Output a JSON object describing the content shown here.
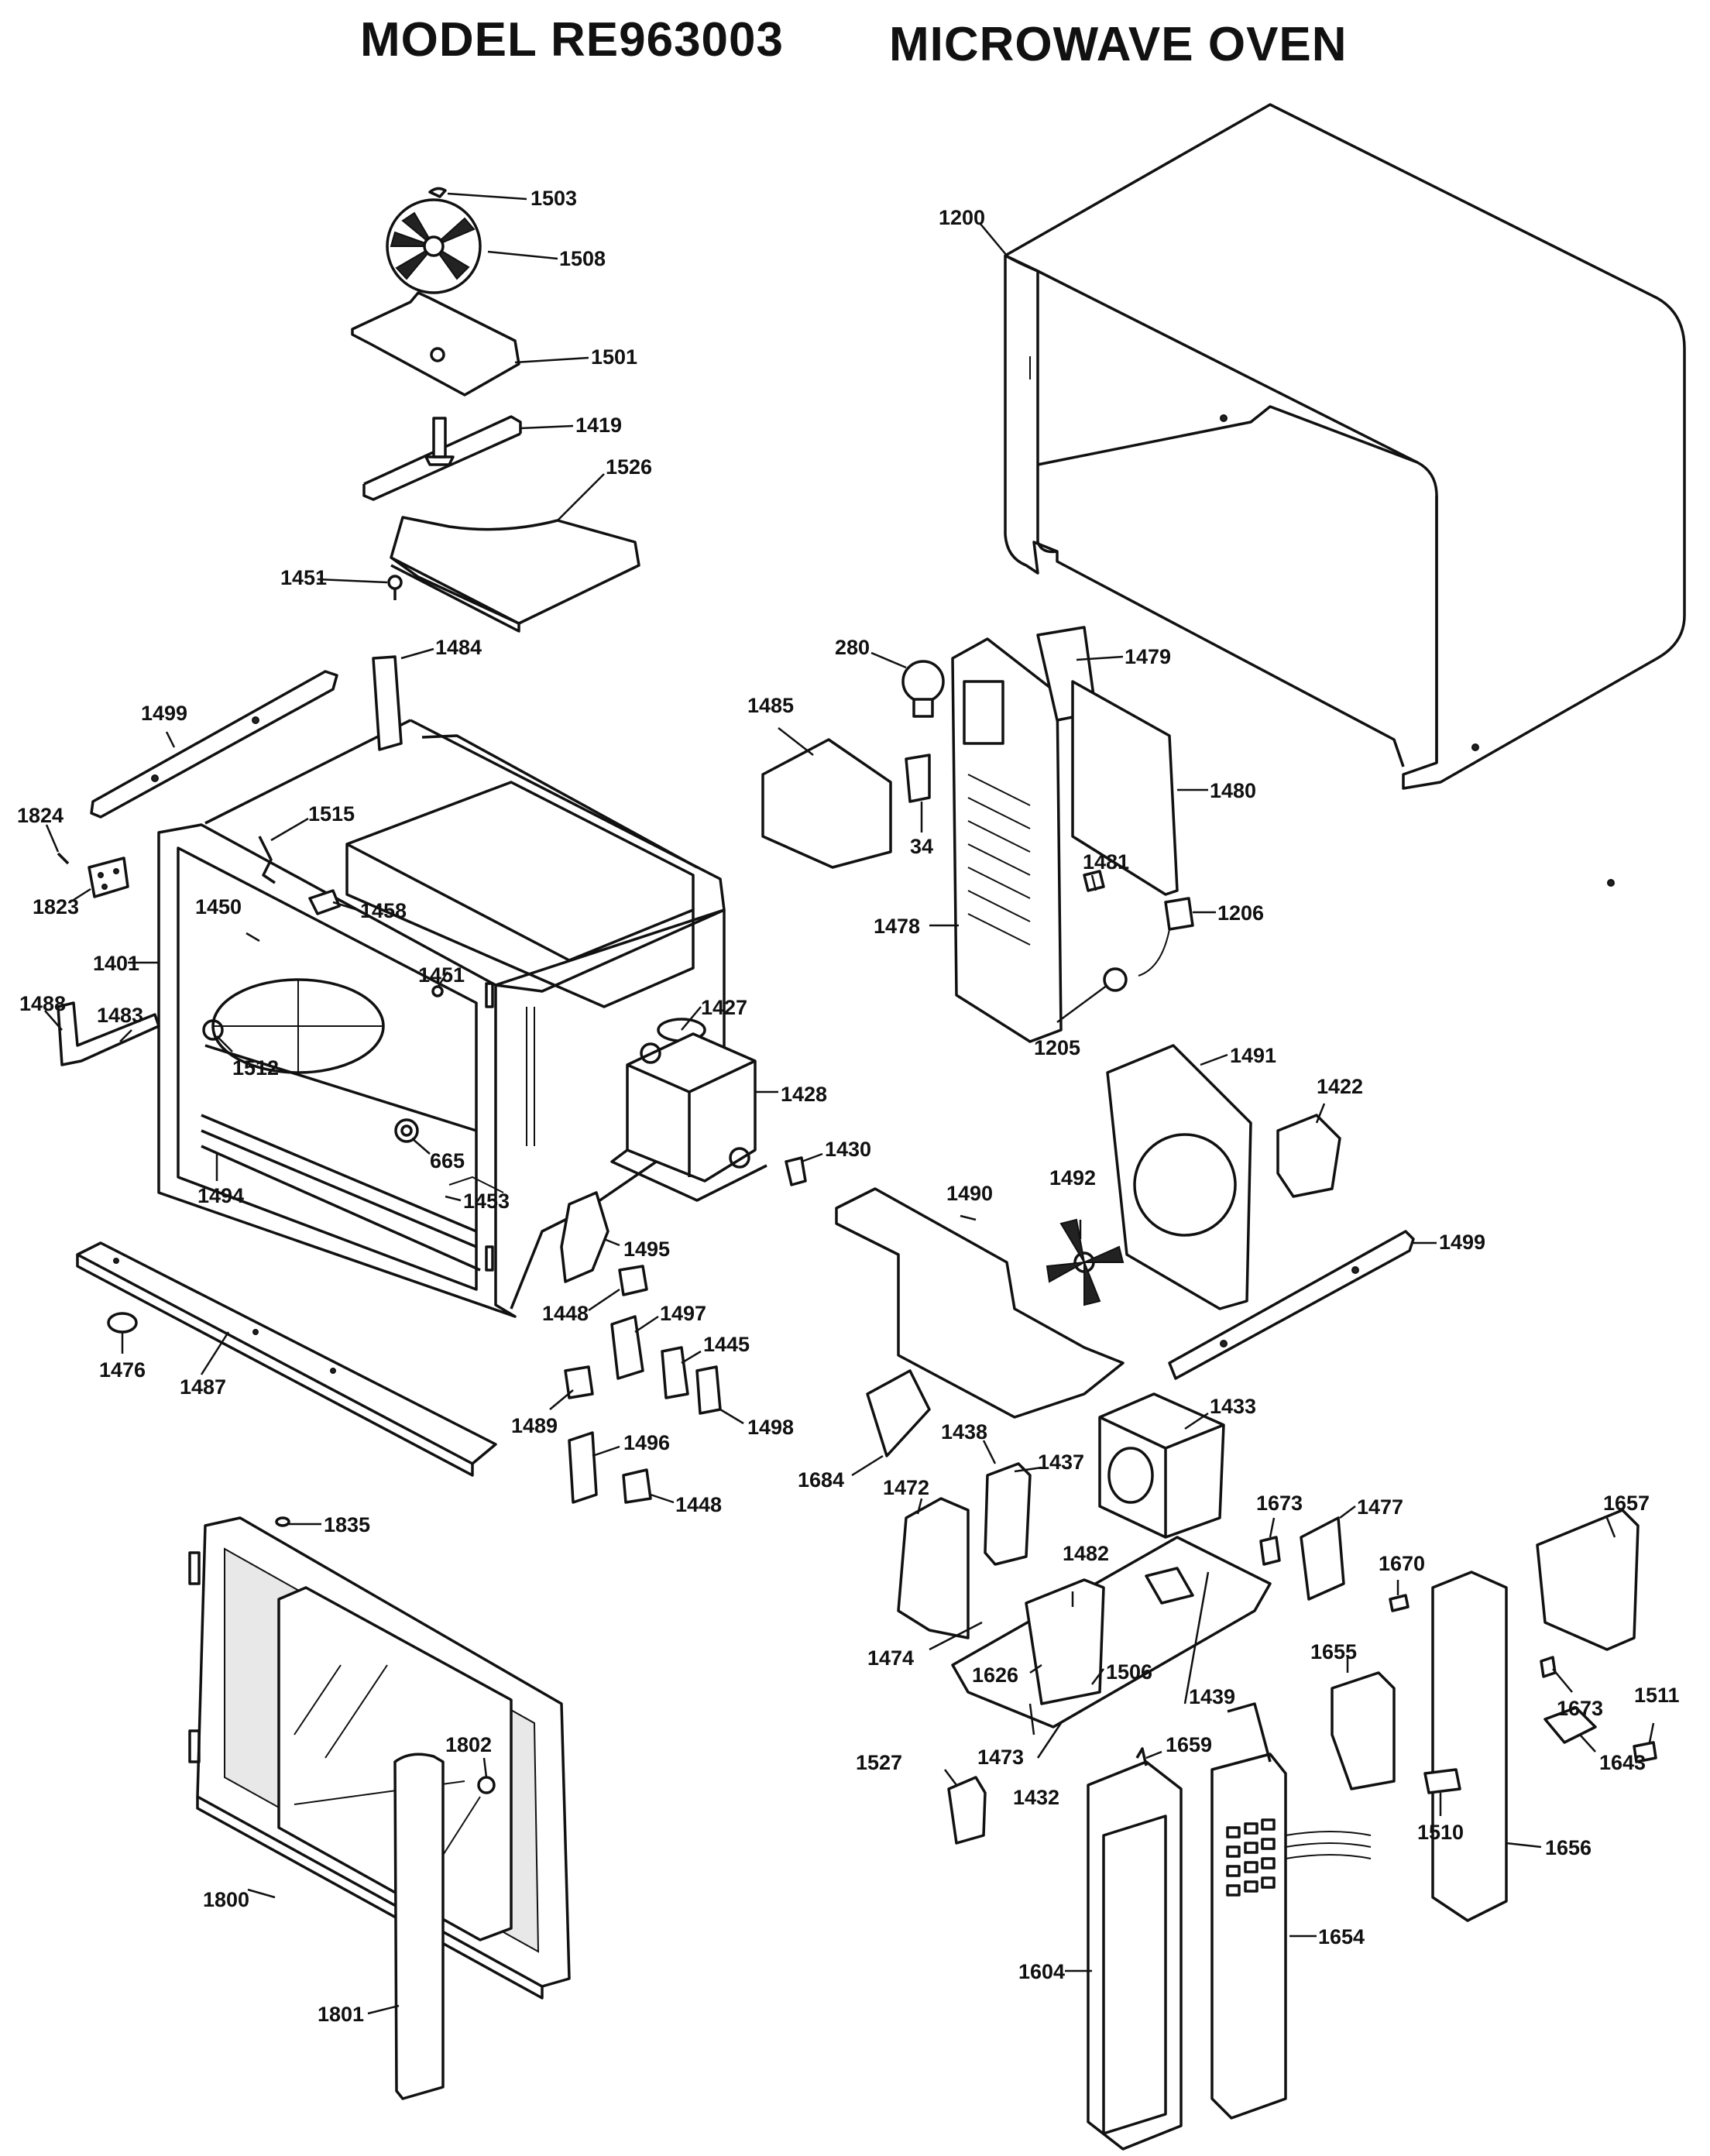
{
  "title": {
    "model": "MODEL RE963003",
    "product": "MICROWAVE OVEN"
  },
  "parts": [
    {
      "id": "p1503",
      "label": "1503"
    },
    {
      "id": "p1508",
      "label": "1508"
    },
    {
      "id": "p1501",
      "label": "1501"
    },
    {
      "id": "p1419",
      "label": "1419"
    },
    {
      "id": "p1526",
      "label": "1526"
    },
    {
      "id": "p1451a",
      "label": "1451"
    },
    {
      "id": "p1200",
      "label": "1200"
    },
    {
      "id": "p280",
      "label": "280"
    },
    {
      "id": "p1479",
      "label": "1479"
    },
    {
      "id": "p1485",
      "label": "1485"
    },
    {
      "id": "p1480",
      "label": "1480"
    },
    {
      "id": "p34",
      "label": "34"
    },
    {
      "id": "p1481",
      "label": "1481"
    },
    {
      "id": "p1206",
      "label": "1206"
    },
    {
      "id": "p1478",
      "label": "1478"
    },
    {
      "id": "p1205",
      "label": "1205"
    },
    {
      "id": "p1484",
      "label": "1484"
    },
    {
      "id": "p1499a",
      "label": "1499"
    },
    {
      "id": "p1824",
      "label": "1824"
    },
    {
      "id": "p1515",
      "label": "1515"
    },
    {
      "id": "p1823",
      "label": "1823"
    },
    {
      "id": "p1450",
      "label": "1450"
    },
    {
      "id": "p1458",
      "label": "1458"
    },
    {
      "id": "p1401",
      "label": "1401"
    },
    {
      "id": "p1451b",
      "label": "1451"
    },
    {
      "id": "p1427",
      "label": "1427"
    },
    {
      "id": "p1488",
      "label": "1488"
    },
    {
      "id": "p1483",
      "label": "1483"
    },
    {
      "id": "p1512",
      "label": "1512"
    },
    {
      "id": "p1428",
      "label": "1428"
    },
    {
      "id": "p1491",
      "label": "1491"
    },
    {
      "id": "p1422",
      "label": "1422"
    },
    {
      "id": "p665",
      "label": "665"
    },
    {
      "id": "p1430",
      "label": "1430"
    },
    {
      "id": "p1494",
      "label": "1494"
    },
    {
      "id": "p1453",
      "label": "1453"
    },
    {
      "id": "p1490",
      "label": "1490"
    },
    {
      "id": "p1492",
      "label": "1492"
    },
    {
      "id": "p1495",
      "label": "1495"
    },
    {
      "id": "p1499b",
      "label": "1499"
    },
    {
      "id": "p1448a",
      "label": "1448"
    },
    {
      "id": "p1497",
      "label": "1497"
    },
    {
      "id": "p1445",
      "label": "1445"
    },
    {
      "id": "p1476",
      "label": "1476"
    },
    {
      "id": "p1487",
      "label": "1487"
    },
    {
      "id": "p1489",
      "label": "1489"
    },
    {
      "id": "p1498",
      "label": "1498"
    },
    {
      "id": "p1433",
      "label": "1433"
    },
    {
      "id": "p1496",
      "label": "1496"
    },
    {
      "id": "p1684",
      "label": "1684"
    },
    {
      "id": "p1438",
      "label": "1438"
    },
    {
      "id": "p1437",
      "label": "1437"
    },
    {
      "id": "p1448b",
      "label": "1448"
    },
    {
      "id": "p1472",
      "label": "1472"
    },
    {
      "id": "p1673a",
      "label": "1673"
    },
    {
      "id": "p1477",
      "label": "1477"
    },
    {
      "id": "p1657",
      "label": "1657"
    },
    {
      "id": "p1835",
      "label": "1835"
    },
    {
      "id": "p1482",
      "label": "1482"
    },
    {
      "id": "p1670",
      "label": "1670"
    },
    {
      "id": "p1474",
      "label": "1474"
    },
    {
      "id": "p1626",
      "label": "1626"
    },
    {
      "id": "p1506",
      "label": "1506"
    },
    {
      "id": "p1439",
      "label": "1439"
    },
    {
      "id": "p1655",
      "label": "1655"
    },
    {
      "id": "p1673b",
      "label": "1673"
    },
    {
      "id": "p1511",
      "label": "1511"
    },
    {
      "id": "p1802",
      "label": "1802"
    },
    {
      "id": "p1659",
      "label": "1659"
    },
    {
      "id": "p1473",
      "label": "1473"
    },
    {
      "id": "p1527",
      "label": "1527"
    },
    {
      "id": "p1432",
      "label": "1432"
    },
    {
      "id": "p1643",
      "label": "1643"
    },
    {
      "id": "p1510",
      "label": "1510"
    },
    {
      "id": "p1656",
      "label": "1656"
    },
    {
      "id": "p1800",
      "label": "1800"
    },
    {
      "id": "p1654",
      "label": "1654"
    },
    {
      "id": "p1604",
      "label": "1604"
    },
    {
      "id": "p1801",
      "label": "1801"
    }
  ]
}
